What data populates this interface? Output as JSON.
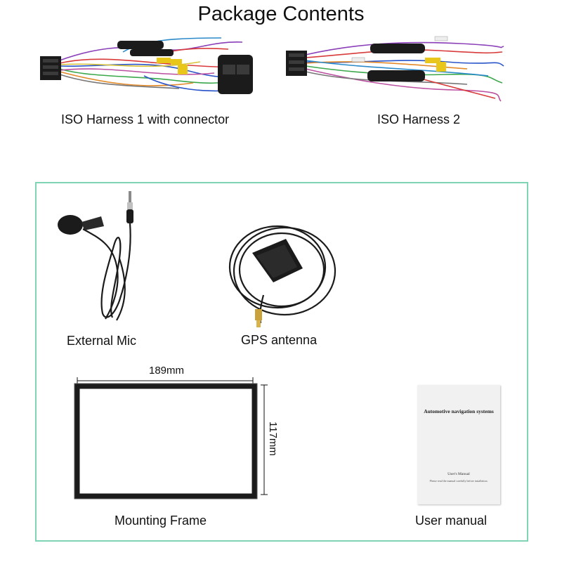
{
  "page": {
    "title": "Package Contents"
  },
  "items": {
    "harness1": {
      "label": "ISO Harness 1 with connector"
    },
    "harness2": {
      "label": "ISO Harness 2"
    },
    "mic": {
      "label": "External Mic"
    },
    "gps": {
      "label": "GPS antenna"
    },
    "frame": {
      "label": "Mounting Frame",
      "width_label": "189mm",
      "height_label": "117mm"
    },
    "manual": {
      "label": "User manual",
      "cover_title": "Automotive navigation systems",
      "cover_subtitle": "User's Manual",
      "cover_note": "Please read the manual carefully before installation."
    }
  },
  "colors": {
    "box_border": "#7fd4b4",
    "connector": "#1b1b1b",
    "rca_yellow": "#e8c61a"
  }
}
